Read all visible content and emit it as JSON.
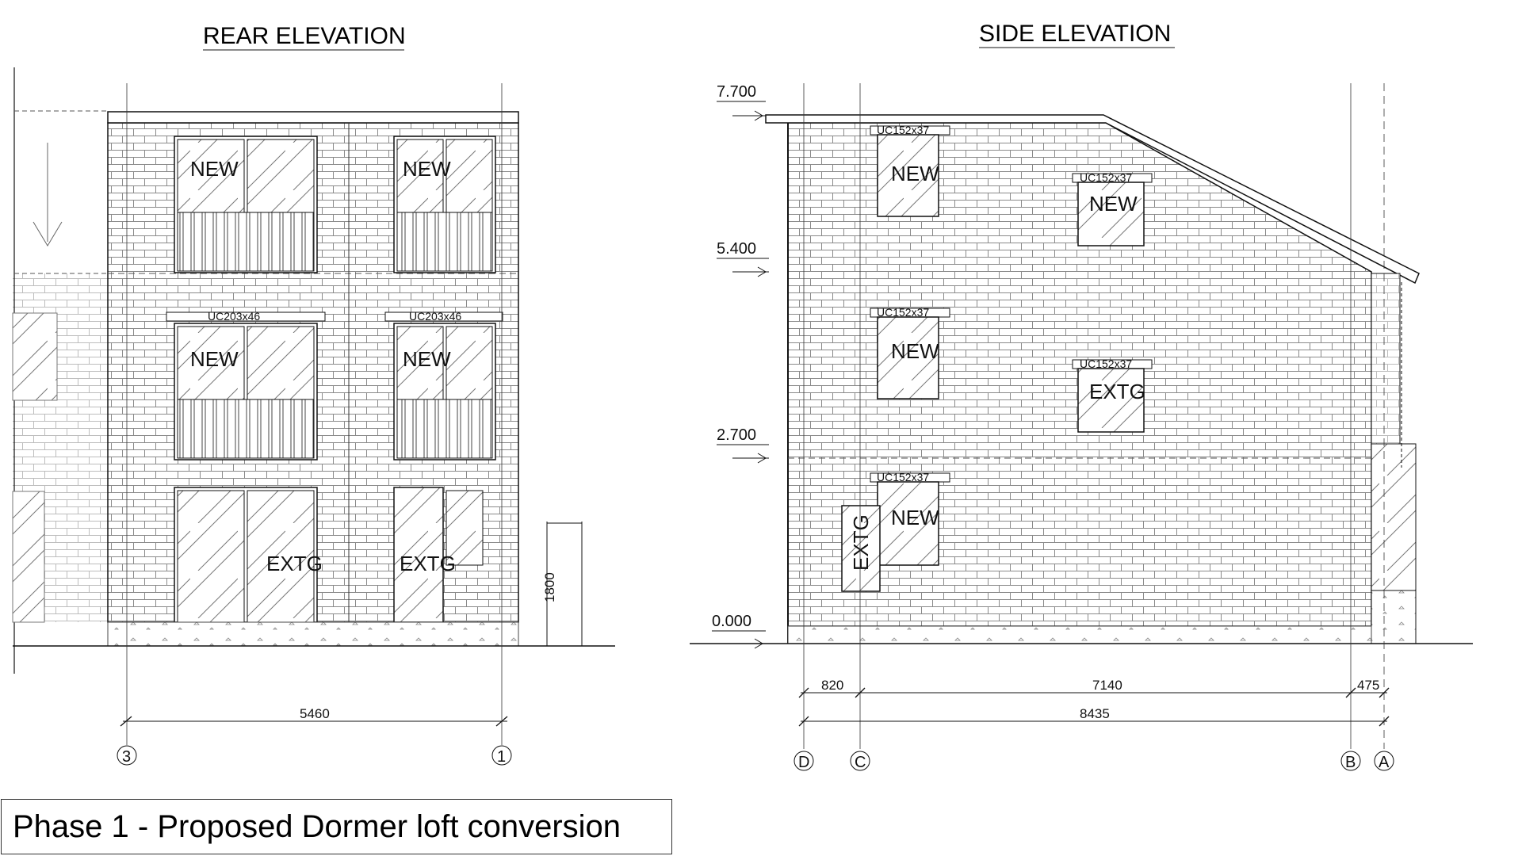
{
  "rear": {
    "title": "REAR ELEVATION",
    "windows": [
      {
        "label": "NEW"
      },
      {
        "label": "NEW"
      },
      {
        "label": "NEW"
      },
      {
        "label": "NEW"
      },
      {
        "label": "EXTG"
      },
      {
        "label": "EXTG"
      }
    ],
    "beams": [
      {
        "label": "UC203x46"
      },
      {
        "label": "UC203x46"
      }
    ],
    "fence_height": "1800",
    "overall_dim": "5460",
    "grids": [
      "3",
      "1"
    ]
  },
  "side": {
    "title": "SIDE ELEVATION",
    "levels": [
      "7.700",
      "5.400",
      "2.700",
      "0.000"
    ],
    "windows": [
      {
        "label": "NEW"
      },
      {
        "label": "NEW"
      },
      {
        "label": "NEW"
      },
      {
        "label": "EXTG"
      },
      {
        "label": "NEW"
      },
      {
        "label": "EXTG"
      }
    ],
    "beams": [
      {
        "label": "UC152x37"
      },
      {
        "label": "UC152x37"
      },
      {
        "label": "UC152x37"
      },
      {
        "label": "UC152x37"
      },
      {
        "label": "UC152x37"
      }
    ],
    "dims": {
      "d1": "820",
      "d2": "7140",
      "d3": "475",
      "overall": "8435"
    },
    "grids": [
      "D",
      "C",
      "B",
      "A"
    ]
  },
  "caption": "Phase 1 - Proposed Dormer loft conversion",
  "colors": {
    "line": "#111111",
    "brick": "#8a8a8a"
  }
}
